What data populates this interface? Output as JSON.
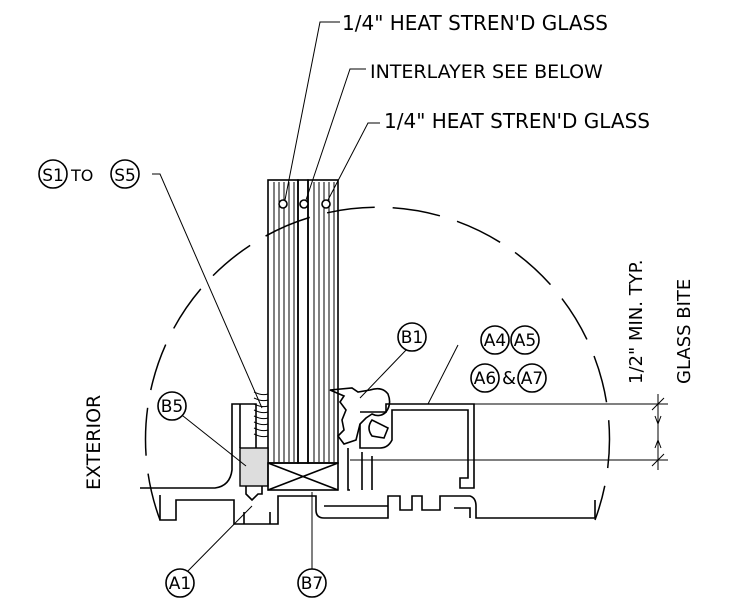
{
  "callouts": {
    "glass_outer": "1/4\" HEAT STREN'D GLASS",
    "interlayer": "INTERLAYER SEE BELOW",
    "glass_inner": "1/4\" HEAT STREN'D GLASS"
  },
  "tags": {
    "s1": "S1",
    "to": "TO",
    "s5": "S5",
    "b1": "B1",
    "b5": "B5",
    "b7": "B7",
    "a1": "A1",
    "a4": "A4",
    "a5": "A5",
    "a6": "A6",
    "amp": "&",
    "a7": "A7"
  },
  "labels": {
    "exterior": "EXTERIOR",
    "min_typ": "1/2\" MIN. TYP.",
    "glass_bite": "GLASS BITE"
  }
}
